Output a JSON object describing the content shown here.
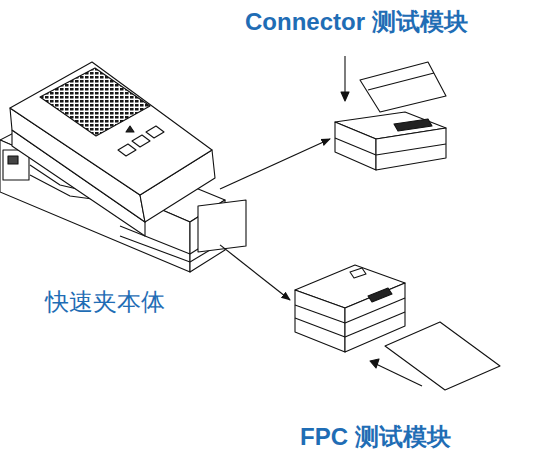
{
  "diagram": {
    "nodes": [
      {
        "text": [
          "快速夹本体"
        ]
      },
      {
        "text": [
          "Connector 测试模块"
        ]
      },
      {
        "text": [
          "FPC 测试模块"
        ]
      }
    ],
    "edges": [
      {
        "from": 0,
        "to": 1,
        "arrow": "to"
      },
      {
        "from": 0,
        "to": 2,
        "arrow": "to"
      }
    ]
  }
}
